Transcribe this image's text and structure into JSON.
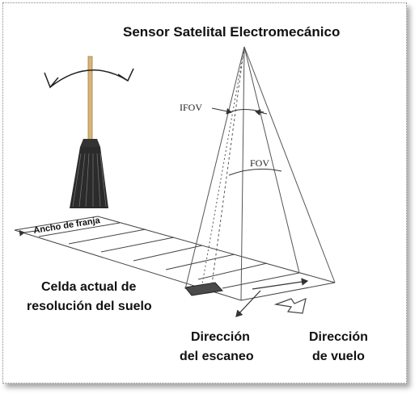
{
  "title": "Sensor Satelital Electromecánico",
  "labels": {
    "ifov": "IFOV",
    "fov": "FOV",
    "swath": "Ancho de franja",
    "cell_line1": "Celda actual de",
    "cell_line2": "resolución del suelo",
    "scan_line1": "Dirección",
    "scan_line2": "del escaneo",
    "flight_line1": "Dirección",
    "flight_line2": "de vuelo"
  },
  "icons": {
    "broom": "broom-icon",
    "rotation": "rotation-arrows-icon",
    "flight": "flight-direction-arrow-icon"
  },
  "colors": {
    "cell_fill": "#4a4a4a",
    "line": "#444444",
    "broom_handle": "#d8b67a"
  }
}
